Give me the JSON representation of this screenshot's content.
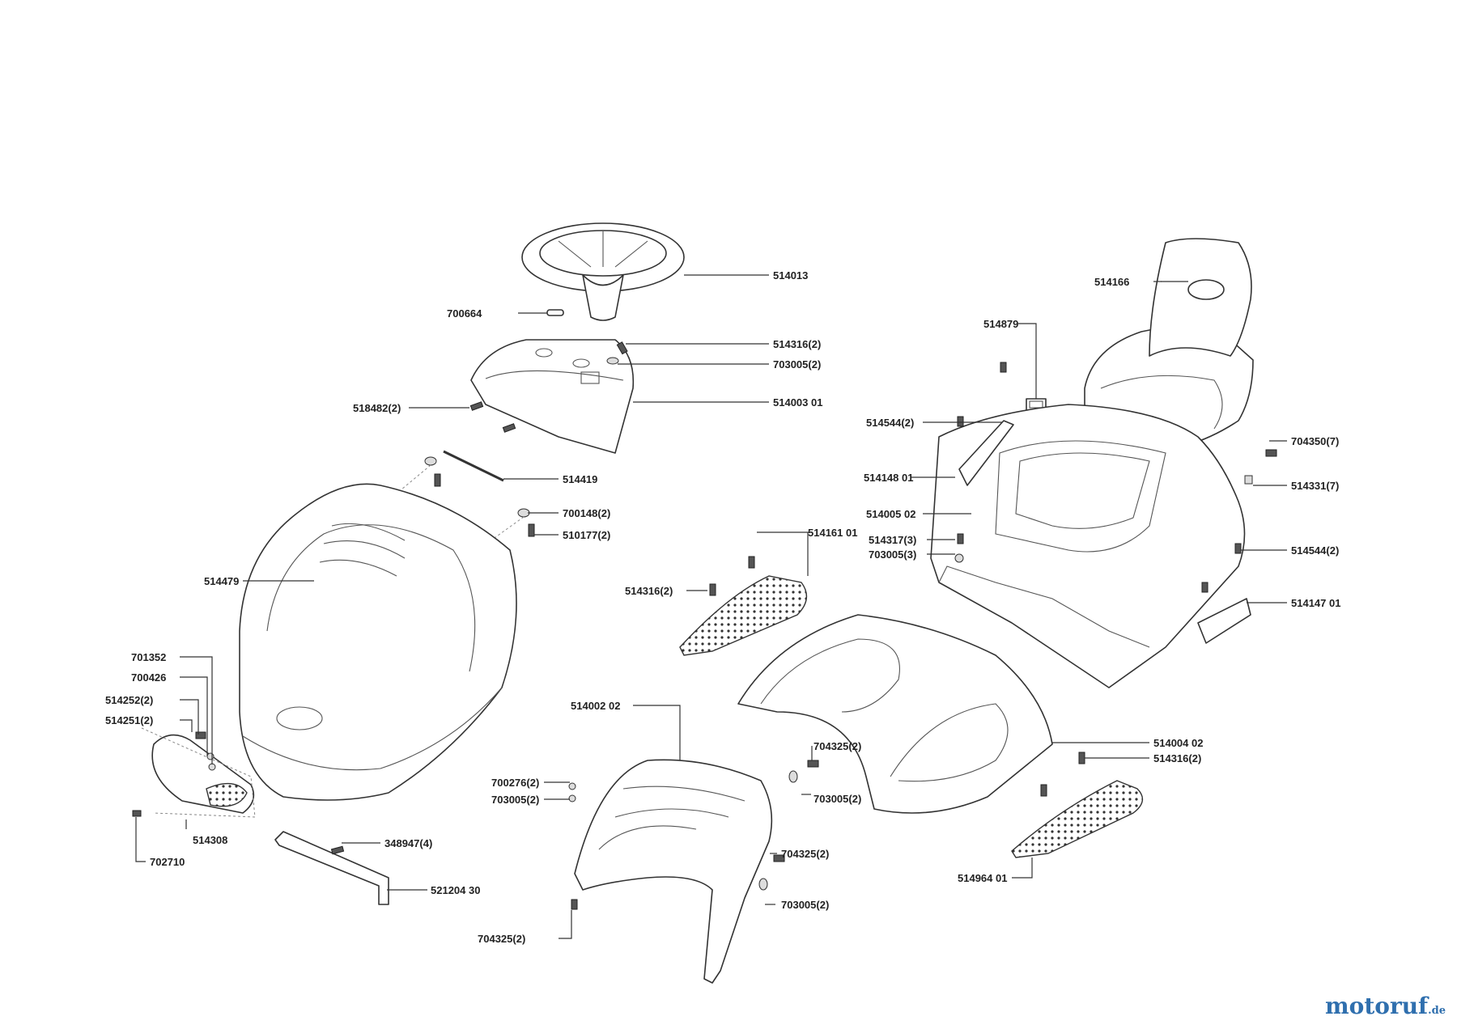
{
  "labels": {
    "steering_wheel": "514013",
    "pin": "700664",
    "dash_screw": "514316(2)",
    "dash_washer": "703005(2)",
    "dash_side_screw": "518482(2)",
    "dash_panel": "514003 01",
    "rod": "514419",
    "hood_washer": "700148(2)",
    "hood_screw": "510177(2)",
    "hood": "514479",
    "light_a": "701352",
    "light_b": "700426",
    "light_c": "514252(2)",
    "light_d": "514251(2)",
    "headlight": "514308",
    "light_screw": "702710",
    "bracket_screw": "348947(4)",
    "bracket": "521204 30",
    "seat": "514166",
    "switch": "514879",
    "rear_screw_l": "514544(2)",
    "rear_trim_l": "514148 01",
    "rear_body": "514005 02",
    "rear_clip_a": "514317(3)",
    "rear_clip_b": "703005(3)",
    "rear_screw_r7": "704350(7)",
    "rear_nut_r7": "514331(7)",
    "rear_screw_r": "514544(2)",
    "rear_trim_r": "514147 01",
    "footplate_l": "514161 01",
    "footplate_l_screw": "514316(2)",
    "front_body": "514002 02",
    "nut_a": "700276(2)",
    "washer_a": "703005(2)",
    "bolt_a": "704325(2)",
    "washer_b": "703005(2)",
    "bolt_b": "704325(2)",
    "washer_c": "703005(2)",
    "bolt_c": "704325(2)",
    "mid_body": "514004 02",
    "footplate_r_screw": "514316(2)",
    "footplate_r": "514964 01"
  },
  "logo": {
    "text": "motoruf",
    "suffix": ".de"
  }
}
